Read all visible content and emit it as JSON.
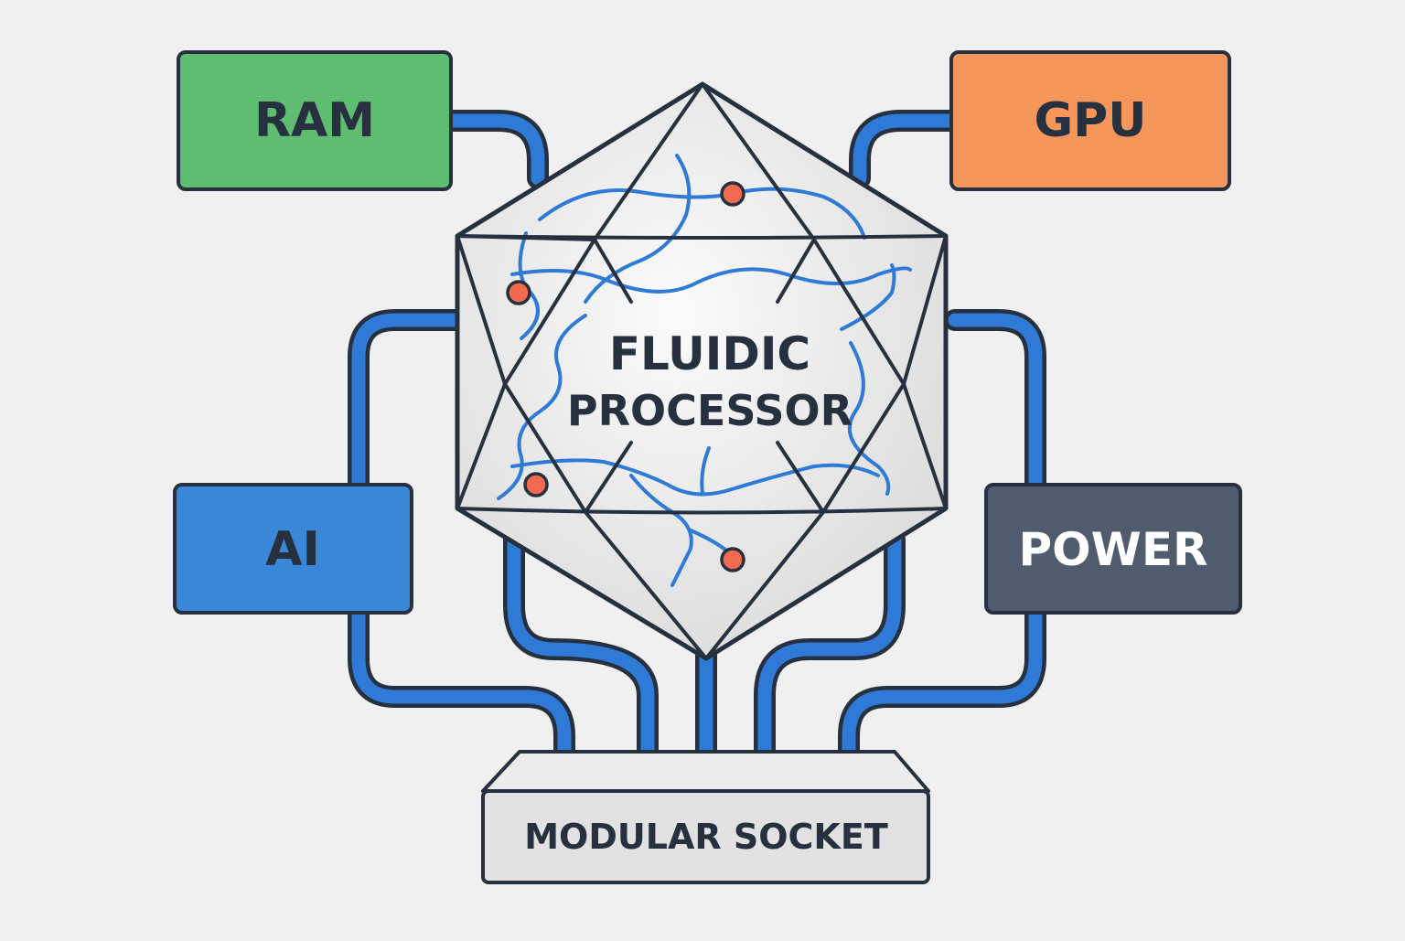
{
  "diagram": {
    "core": {
      "line1": "FLUIDIC",
      "line2": "PROCESSOR"
    },
    "modules": {
      "ram": "RAM",
      "gpu": "GPU",
      "ai": "AI",
      "power": "POWER"
    },
    "socket": "MODULAR SOCKET"
  },
  "colors": {
    "background": "#f0f0f0",
    "outline": "#26303f",
    "pipe": "#2f7ad6",
    "ram": "#5fbd72",
    "gpu": "#f6965a",
    "ai": "#3a86d8",
    "power": "#4f5c6e",
    "socket": "#e2e2e2",
    "node": "#f06a50"
  }
}
